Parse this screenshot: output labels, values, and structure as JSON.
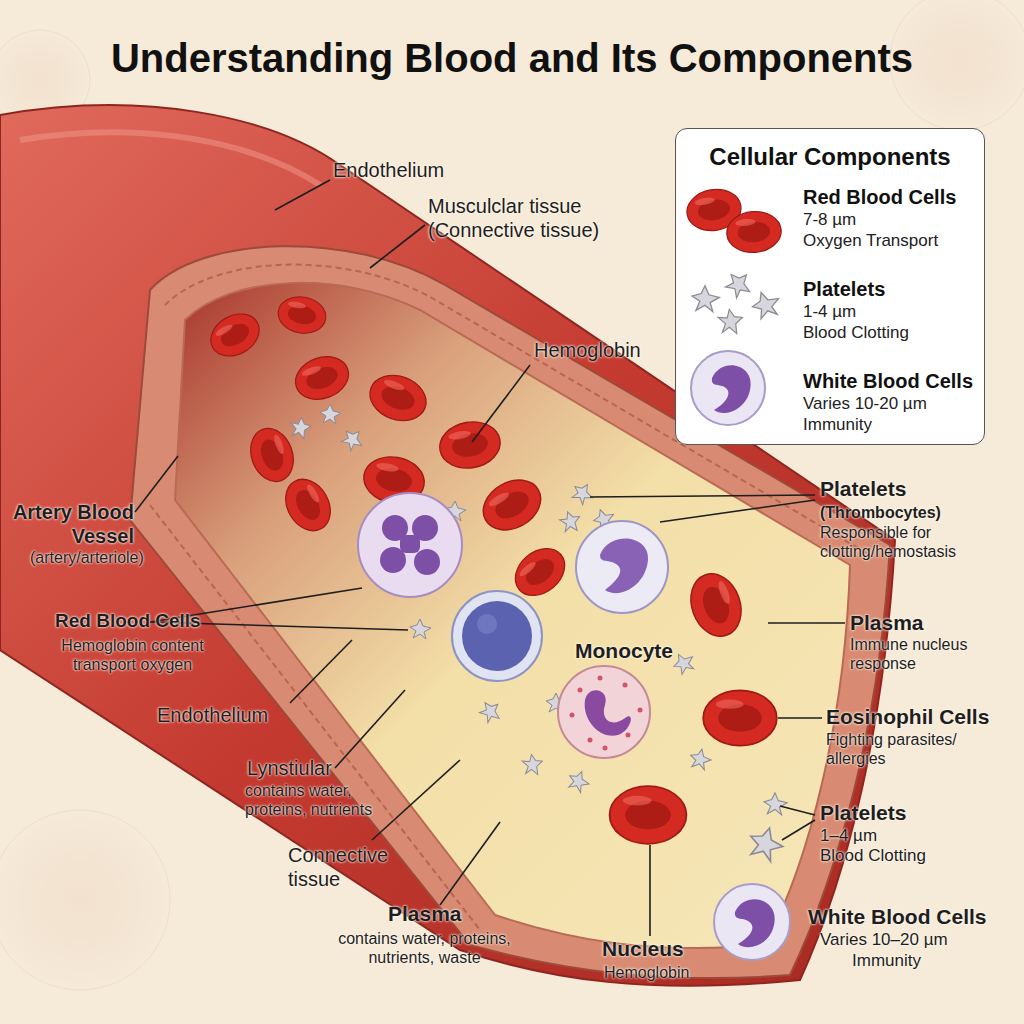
{
  "diagram": {
    "title": "Understanding Blood and Its Components",
    "nodes": [
      {
        "text": [
          "Cellular Components"
        ]
      },
      {
        "text": [
          "Red Blood Cells",
          "7-8 µm",
          "Oxygen Transport"
        ],
        "in": 0
      },
      {
        "text": [
          "Platelets",
          "1-4 µm",
          "Blood Clotting"
        ],
        "in": 0
      },
      {
        "text": [
          "White Blood Cells",
          "Varies 10-20 µm",
          "Immunity"
        ],
        "in": 0
      }
    ],
    "labels": [
      "Endothelium",
      "Musculclar tissue (Connective tissue)",
      "Hemoglobin",
      "Artery Blood Vessel",
      "(artery/arteriole)",
      "Red Blood Cells",
      "Hemoglobin content transport oxygen",
      "Endothelium",
      "Lynstiular",
      "contains water, proteins, nutrients",
      "Connective tissue",
      "Plasma",
      "contains water, proteins, nutrients, waste",
      "Monocyte",
      "Nucleus",
      "Hemoglobin",
      "Platelets",
      "(Thrombocytes)",
      "Responsible for clotting/hemostasis",
      "Plasma",
      "Immune nucleus response",
      "Eosinophil Cells",
      "Fighting parasites/ allergies",
      "Platelets",
      "1–4 µm",
      "Blood Clotting",
      "White Blood Cells",
      "Varies 10–20 µm",
      "Immunity"
    ]
  }
}
